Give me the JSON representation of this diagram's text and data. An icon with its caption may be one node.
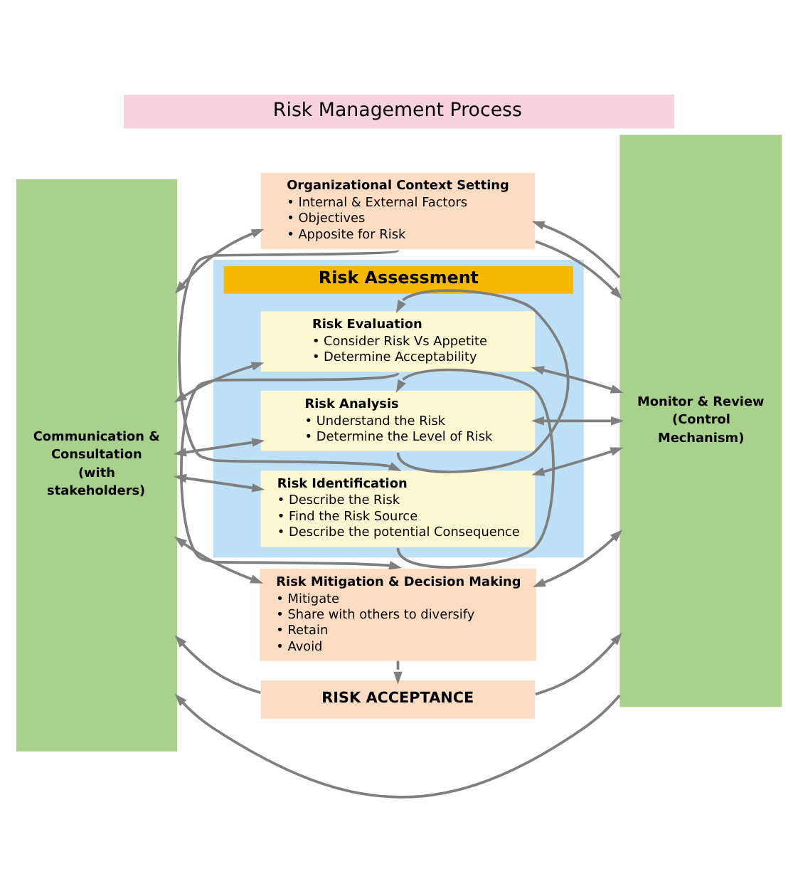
{
  "diagram": {
    "title": "Risk Management Process",
    "nodes": [
      {
        "text": [
          "Communication & Consultation (with stakeholders)"
        ]
      },
      {
        "text": [
          "Monitor & Review (Control Mechanism)"
        ]
      },
      {
        "text": [
          "Organizational Context Setting",
          "• Internal & External Factors",
          "• Objectives",
          "• Apposite for Risk"
        ]
      },
      {
        "text": [
          "Risk Assessment"
        ]
      },
      {
        "text": [
          "Risk Identification",
          "• Describe the Risk",
          "• Find the Risk Source",
          "• Describe the potential Consequence"
        ],
        "in": 3
      },
      {
        "text": [
          "Risk Analysis",
          "• Understand the Risk",
          "• Determine the Level of Risk"
        ],
        "in": 3
      },
      {
        "text": [
          "Risk Evaluation",
          "• Consider Risk Vs Appetite",
          "• Determine Acceptability"
        ],
        "in": 3
      },
      {
        "text": [
          "Risk Mitigation & Decision Making",
          "• Mitigate",
          "• Share with others to diversify",
          "• Retain",
          "• Avoid"
        ]
      },
      {
        "text": [
          "RISK ACCEPTANCE"
        ]
      }
    ],
    "edges": [
      {
        "from": 1,
        "to": 0,
        "arrow": "to"
      },
      {
        "from": 1,
        "to": 2,
        "arrow": "to"
      },
      {
        "from": 0,
        "to": 2,
        "arrow": "both"
      },
      {
        "from": 2,
        "to": 1,
        "arrow": "to"
      },
      {
        "from": 2,
        "to": 4,
        "arrow": "to"
      },
      {
        "from": 0,
        "to": 4,
        "arrow": "both"
      },
      {
        "from": 4,
        "to": 1,
        "arrow": "both"
      },
      {
        "from": 4,
        "to": 5,
        "arrow": "to"
      },
      {
        "from": 0,
        "to": 5,
        "arrow": "both"
      },
      {
        "from": 5,
        "to": 1,
        "arrow": "both"
      },
      {
        "from": 5,
        "to": 6,
        "arrow": "to"
      },
      {
        "from": 0,
        "to": 6,
        "arrow": "both"
      },
      {
        "from": 6,
        "to": 1,
        "arrow": "both"
      },
      {
        "from": 6,
        "to": 7,
        "arrow": "to"
      },
      {
        "from": 0,
        "to": 7,
        "arrow": "both"
      },
      {
        "from": 7,
        "to": 1,
        "arrow": "both"
      },
      {
        "from": 7,
        "to": 8,
        "arrow": "to"
      },
      {
        "from": 8,
        "to": 0,
        "arrow": "to"
      },
      {
        "from": 8,
        "to": 1,
        "arrow": "to"
      }
    ]
  }
}
